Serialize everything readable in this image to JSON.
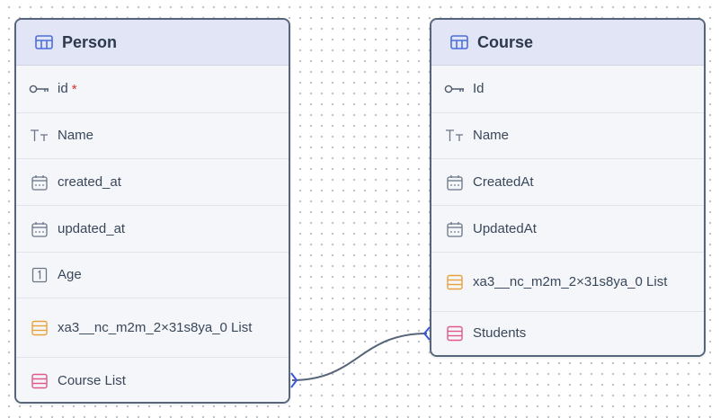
{
  "diagram": {
    "tables": [
      {
        "id": "person",
        "title": "Person",
        "fields": [
          {
            "label": "id",
            "icon": "key-icon",
            "required": true,
            "required_mark": "*"
          },
          {
            "label": "Name",
            "icon": "text-type-icon"
          },
          {
            "label": "created_at",
            "icon": "calendar-icon"
          },
          {
            "label": "updated_at",
            "icon": "calendar-icon"
          },
          {
            "label": "Age",
            "icon": "number-icon"
          },
          {
            "label": "xa3__nc_m2m_2×31s8ya_0 List",
            "icon": "list-icon"
          },
          {
            "label": "Course List",
            "icon": "relation-list-icon"
          }
        ]
      },
      {
        "id": "course",
        "title": "Course",
        "fields": [
          {
            "label": "Id",
            "icon": "key-icon"
          },
          {
            "label": "Name",
            "icon": "text-type-icon"
          },
          {
            "label": "CreatedAt",
            "icon": "calendar-icon"
          },
          {
            "label": "UpdatedAt",
            "icon": "calendar-icon"
          },
          {
            "label": "xa3__nc_m2m_2×31s8ya_0 List",
            "icon": "list-icon"
          },
          {
            "label": "Students",
            "icon": "relation-list-icon"
          }
        ]
      }
    ],
    "relation": {
      "from": "Person.Course List",
      "to": "Course.Students",
      "type": "many-to-many"
    },
    "colors": {
      "border": "#56657a",
      "header_bg": "#e1e5f5",
      "table_icon": "#4a6fdc",
      "list_icon": "#e9a13b",
      "relation_icon": "#e0588c",
      "required": "#d93030",
      "connector": "#56657a",
      "connector_end": "#3b57d9"
    }
  }
}
